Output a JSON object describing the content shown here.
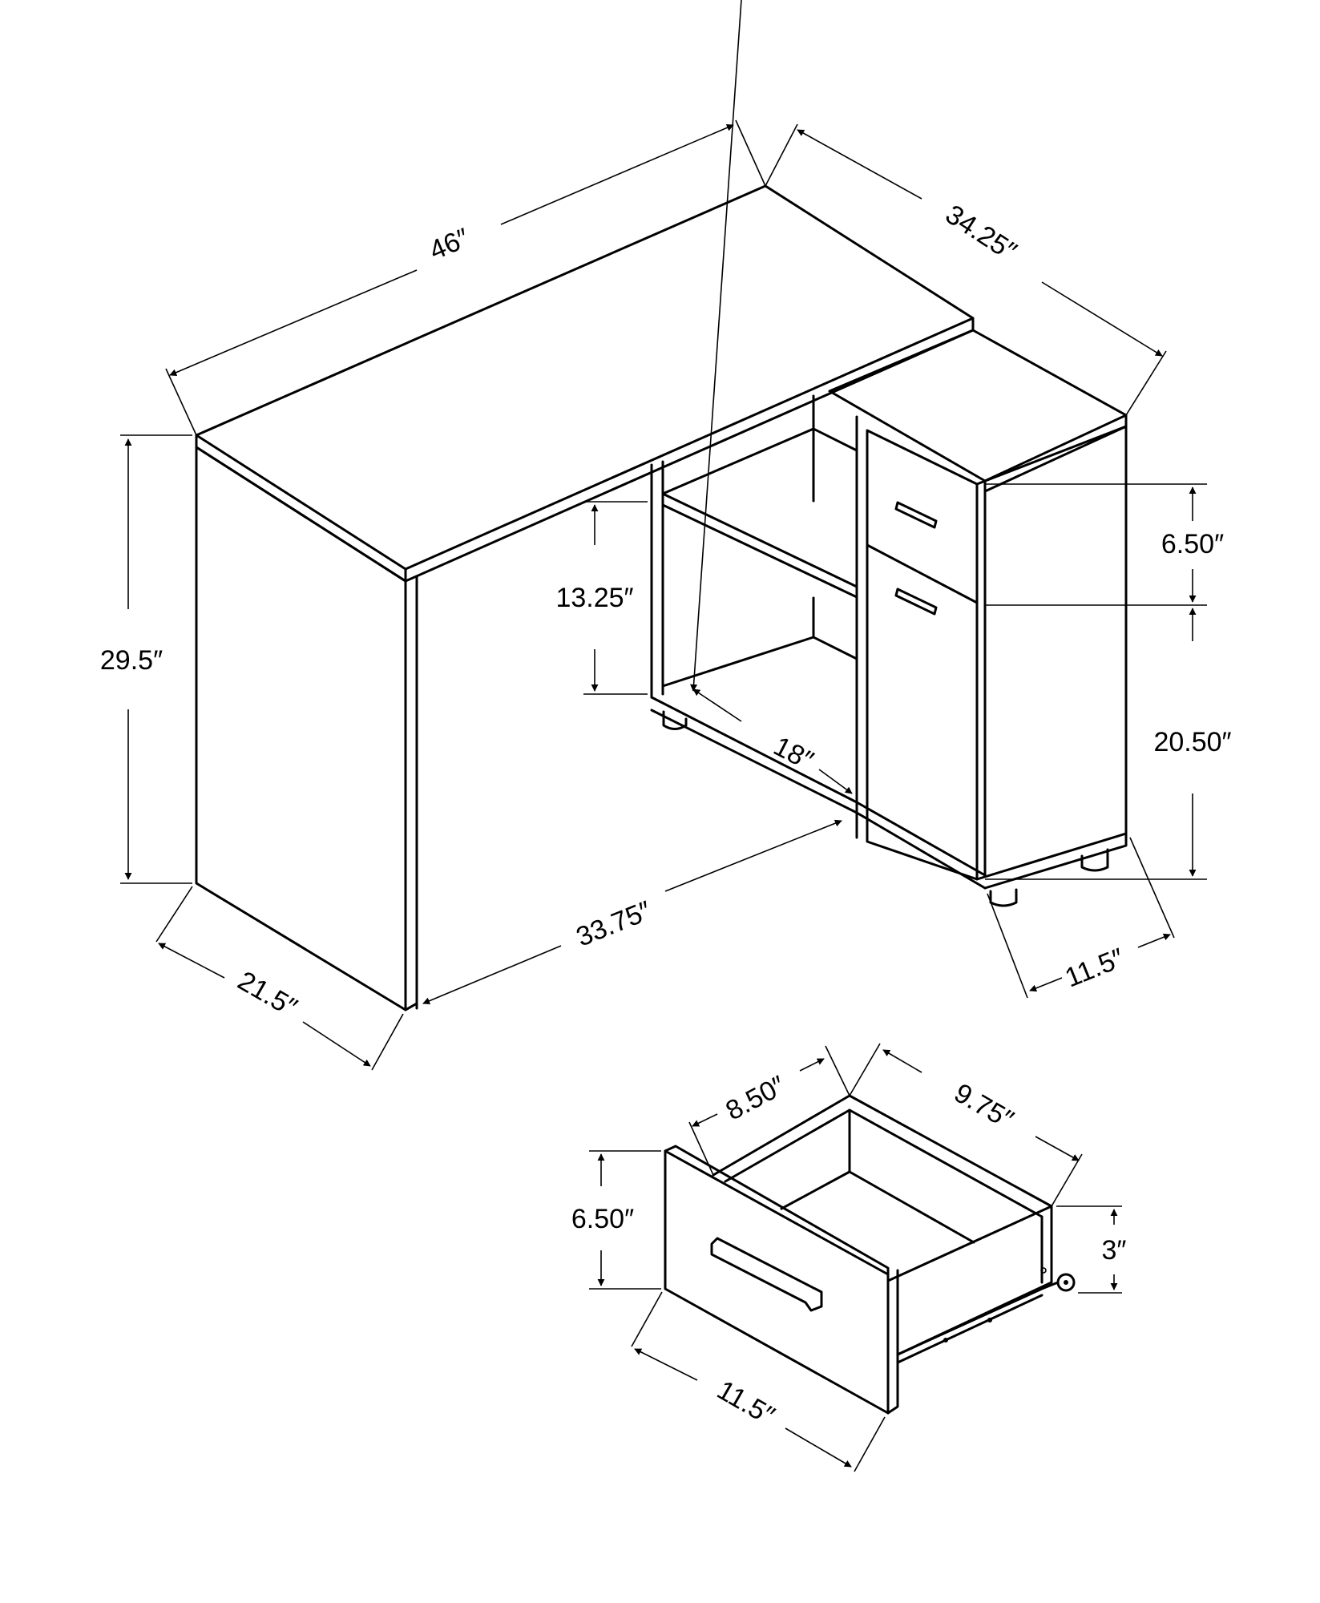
{
  "desk": {
    "top_length": "46″",
    "return_length": "34.25″",
    "height": "29.5″",
    "shelf_height": "13.25″",
    "drawer_height": "6.50″",
    "cabinet_height": "20.50″",
    "shelf_depth": "18″",
    "base_width": "33.75″",
    "left_depth": "21.5″",
    "cabinet_depth": "11.5″"
  },
  "drawer": {
    "interior_width": "8.50″",
    "interior_depth": "9.75″",
    "front_height": "6.50″",
    "box_height": "3″",
    "front_width": "11.5″"
  }
}
